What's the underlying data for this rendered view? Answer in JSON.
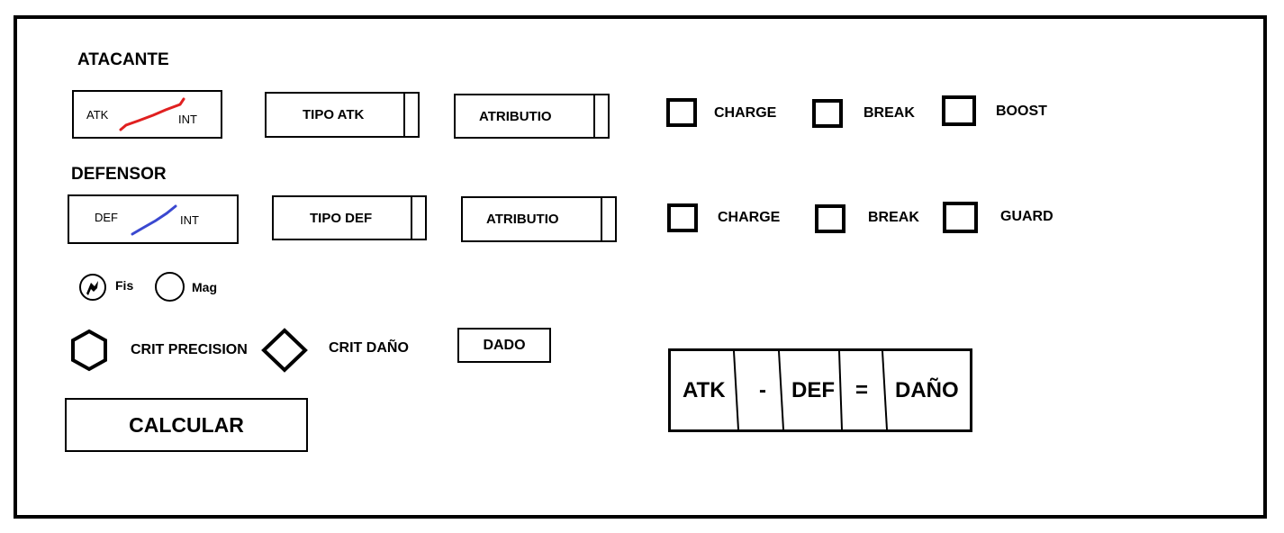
{
  "attacker": {
    "title": "ATACANTE",
    "slider": {
      "left_label": "ATK",
      "right_label": "INT",
      "color": "#e02020"
    },
    "type_select": {
      "value": "TIPO  ATK"
    },
    "attribute_select": {
      "value": "ATRIBUTIO"
    },
    "checkboxes": [
      {
        "label": "CHARGE",
        "checked": false
      },
      {
        "label": "BREAK",
        "checked": false
      },
      {
        "label": "BOOST",
        "checked": false
      }
    ]
  },
  "defender": {
    "title": "DEFENSOR",
    "slider": {
      "left_label": "DEF",
      "right_label": "INT",
      "color": "#3a48d0"
    },
    "type_select": {
      "value": "TIPO  DEF"
    },
    "attribute_select": {
      "value": "ATRIBUTIO"
    },
    "checkboxes": [
      {
        "label": "CHARGE",
        "checked": false
      },
      {
        "label": "BREAK",
        "checked": false
      },
      {
        "label": "GUARD",
        "checked": false
      }
    ]
  },
  "damage_type": {
    "options": [
      {
        "label": "Fis",
        "selected": true
      },
      {
        "label": "Mag",
        "selected": false
      }
    ]
  },
  "crit": {
    "precision_label": "CRIT PRECISION",
    "damage_label": "CRIT DAÑO"
  },
  "dice_button": {
    "label": "DADO"
  },
  "calculate_button": {
    "label": "CALCULAR"
  },
  "formula": {
    "atk": "ATK",
    "minus": "-",
    "def": "DEF",
    "equals": "=",
    "result": "DAÑO"
  }
}
